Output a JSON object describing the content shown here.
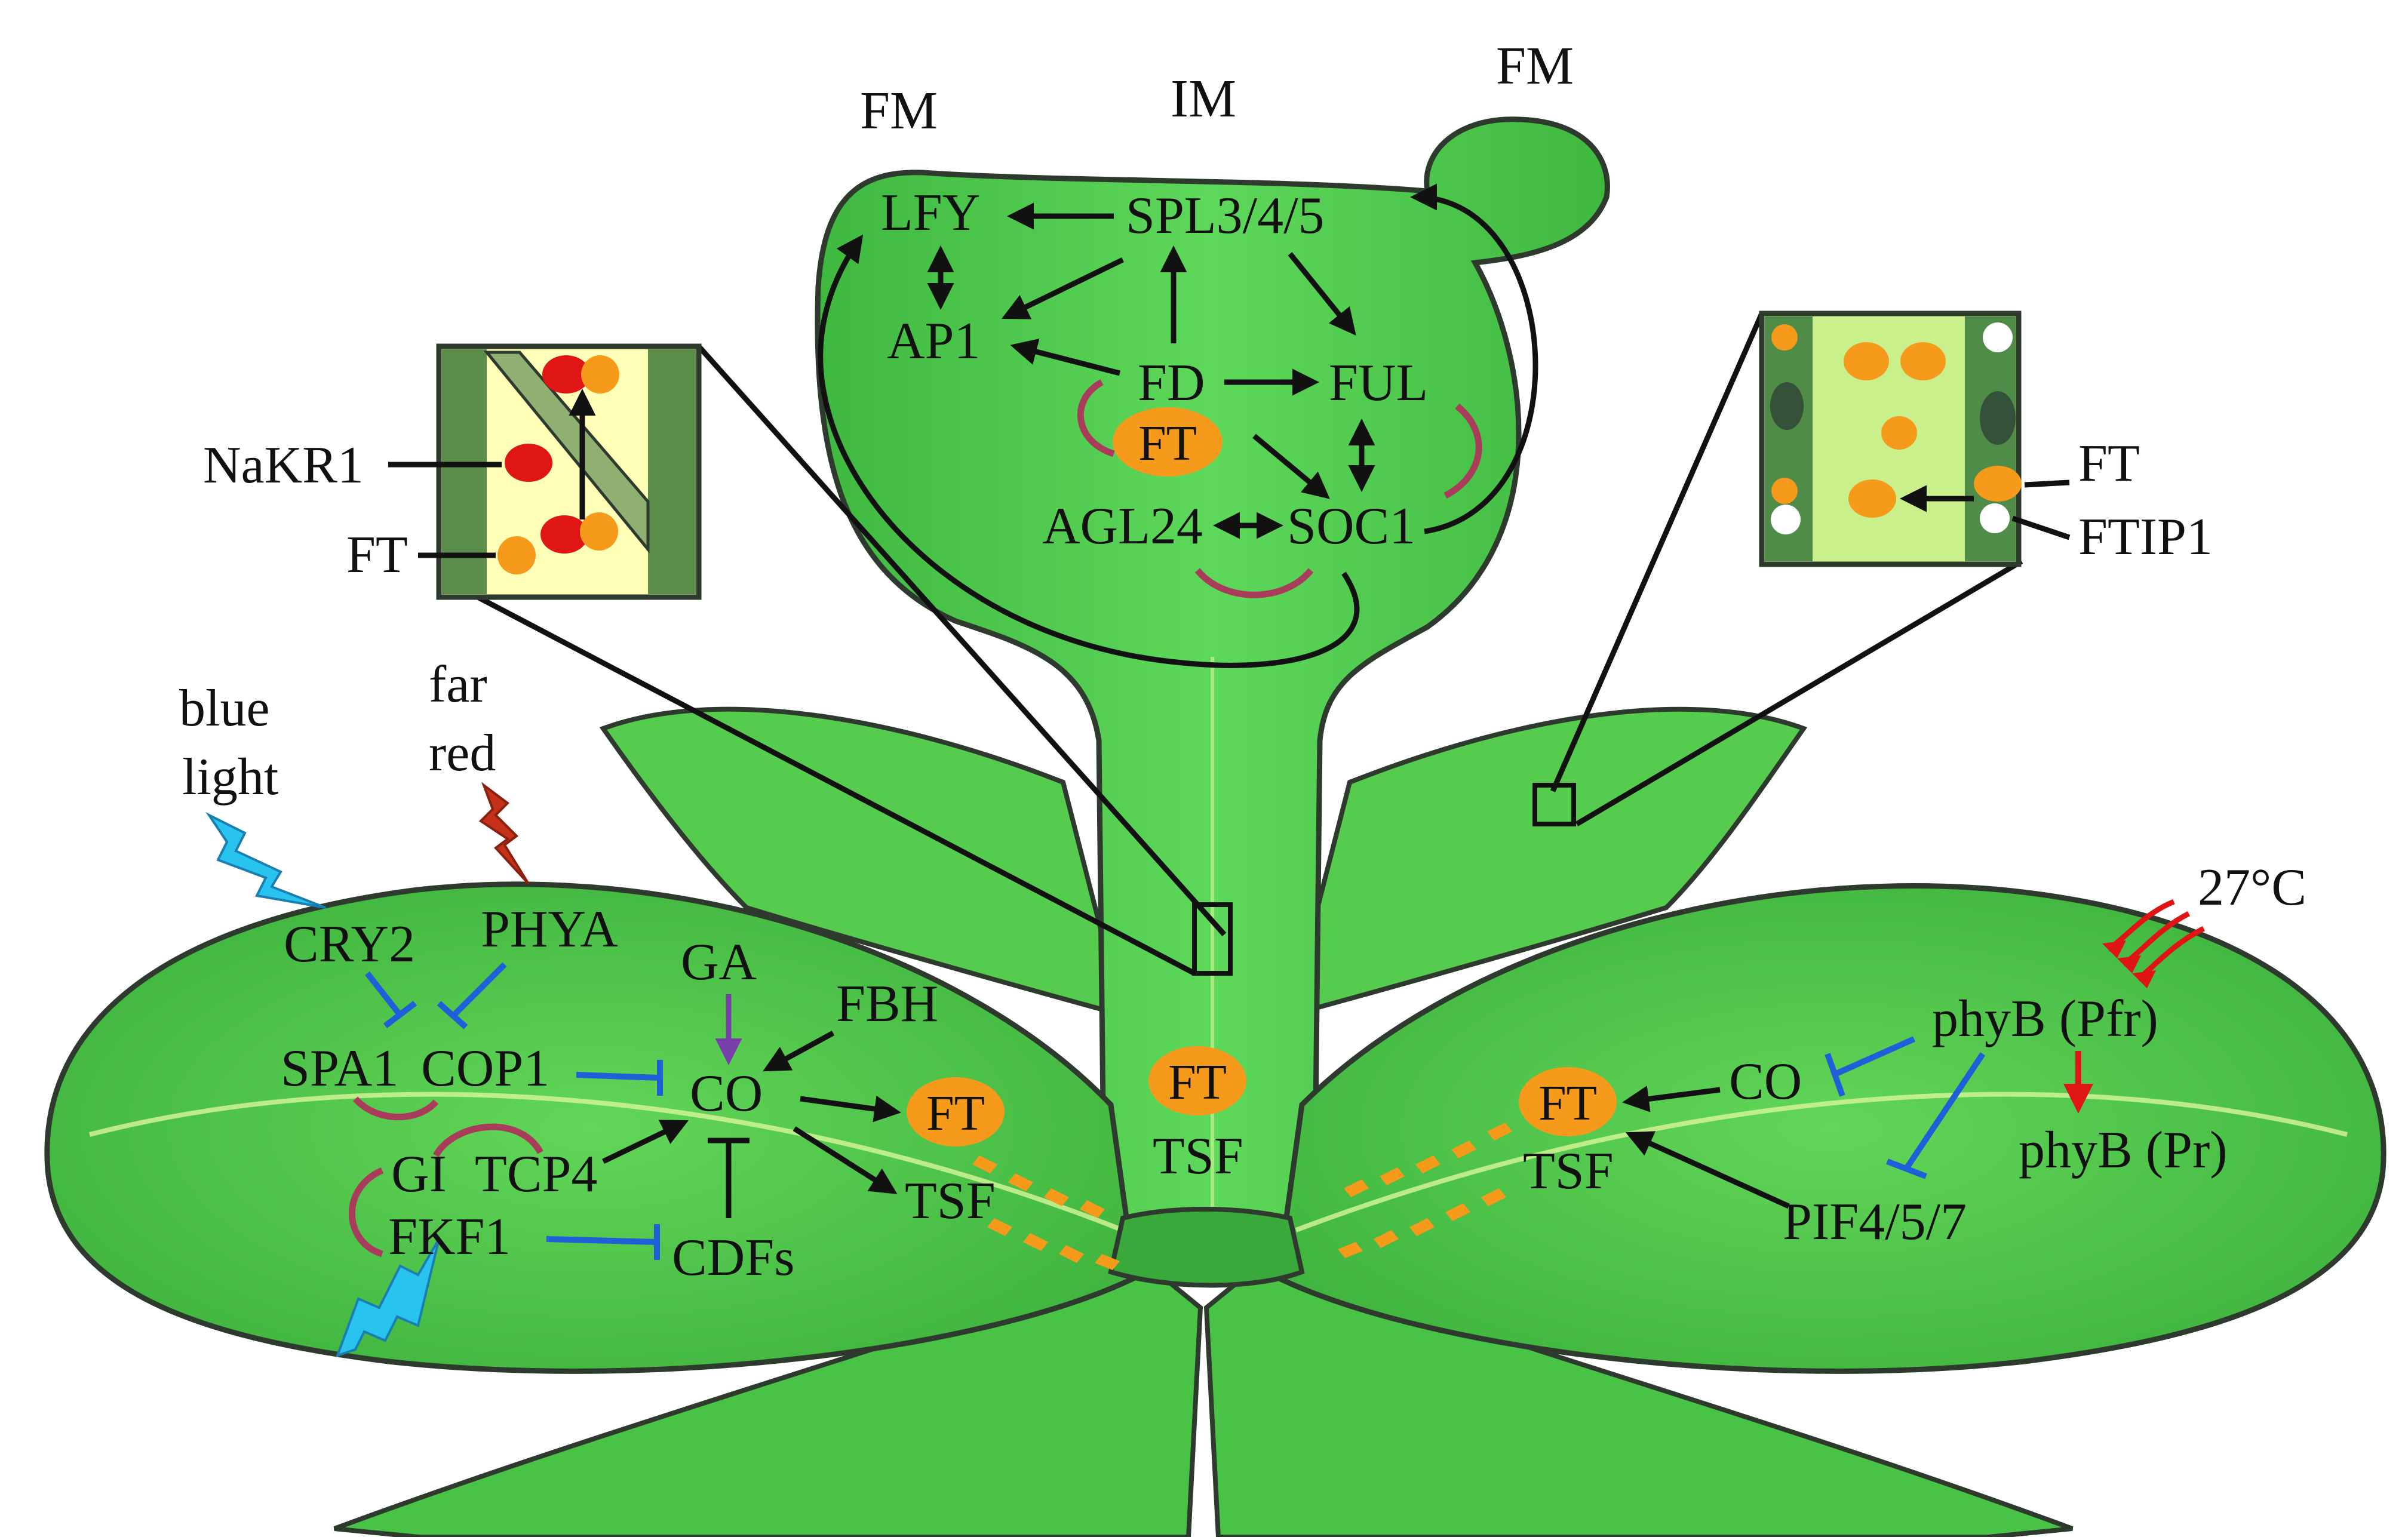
{
  "meristems": {
    "fm_left": "FM",
    "im": "IM",
    "fm_right": "FM"
  },
  "inflorescence": {
    "lfy": "LFY",
    "spl": "SPL3/4/5",
    "ap1": "AP1",
    "fd": "FD",
    "ful": "FUL",
    "ft": "FT",
    "agl24": "AGL24",
    "soc1": "SOC1"
  },
  "left_inset": {
    "nakr1": "NaKR1",
    "ft": "FT"
  },
  "right_inset": {
    "ft": "FT",
    "ftip1": "FTIP1"
  },
  "signals": {
    "blue_light": [
      "blue",
      "light"
    ],
    "far_red": [
      "far",
      "red"
    ],
    "temperature": "27°C"
  },
  "left_leaf": {
    "cry2": "CRY2",
    "phya": "PHYA",
    "ga": "GA",
    "fbh": "FBH",
    "spa1": "SPA1",
    "cop1": "COP1",
    "co": "CO",
    "gi": "GI",
    "tcp4": "TCP4",
    "fkf1": "FKF1",
    "cdfs": "CDFs",
    "ft": "FT",
    "tsf": "TSF"
  },
  "stem": {
    "ft": "FT",
    "tsf": "TSF"
  },
  "right_leaf": {
    "ft": "FT",
    "tsf": "TSF",
    "co": "CO",
    "phyb_pfr": "phyB (Pfr)",
    "phyb_pr": "phyB (Pr)",
    "pif": "PIF4/5/7"
  },
  "colors": {
    "leaf": "#49c84a",
    "leaf_light": "#6fdc5f",
    "outline": "#2f3a2f",
    "ft_orange": "#f59a1a",
    "inhibit_blue": "#1f5fd8",
    "ga_purple": "#7a3fa8",
    "protein_red": "#e01616",
    "complex_arc": "#a83c5a",
    "lightning_blue": "#29c3f0",
    "lightning_red": "#c43018",
    "heat_red": "#e01414"
  }
}
